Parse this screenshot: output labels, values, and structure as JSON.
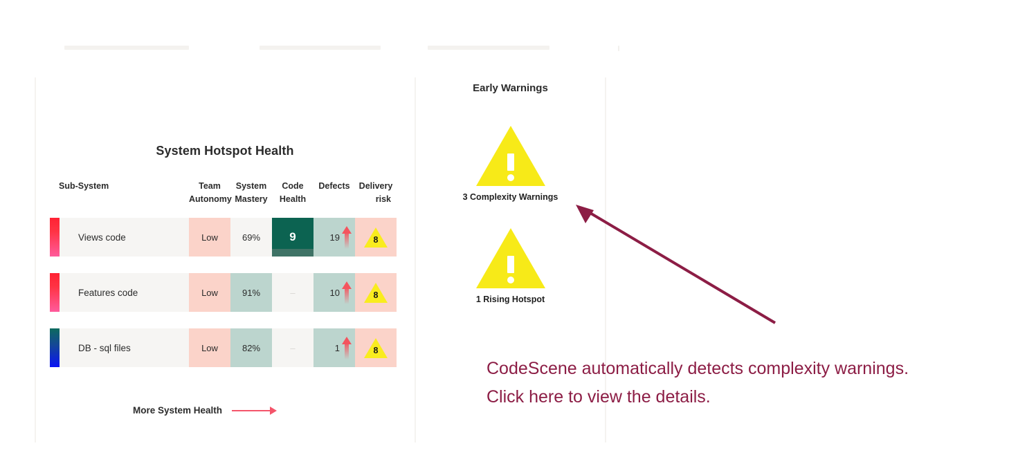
{
  "panels": {
    "hotspot": {
      "title": "System Hotspot Health",
      "columns": [
        {
          "id": "subsystem",
          "line1": "Sub-System",
          "line2": ""
        },
        {
          "id": "team-autonomy",
          "line1": "Team",
          "line2": "Autonomy"
        },
        {
          "id": "system-mastery",
          "line1": "System",
          "line2": "Mastery"
        },
        {
          "id": "code-health",
          "line1": "Code",
          "line2": "Health"
        },
        {
          "id": "defects",
          "line1": "Defects",
          "line2": ""
        },
        {
          "id": "delivery-risk",
          "line1": "Delivery",
          "line2": "risk"
        }
      ],
      "rows": [
        {
          "name": "Views code",
          "accent": "hot",
          "team_autonomy": "Low",
          "system_mastery": "69%",
          "code_health": "9",
          "code_health_style": "green",
          "defects": "19",
          "defects_trend": "up",
          "delivery_risk": "8"
        },
        {
          "name": "Features code",
          "accent": "hot",
          "team_autonomy": "Low",
          "system_mastery": "91%",
          "code_health": "–",
          "code_health_style": "neutral",
          "defects": "10",
          "defects_trend": "up",
          "delivery_risk": "8"
        },
        {
          "name": "DB - sql files",
          "accent": "cool",
          "team_autonomy": "Low",
          "system_mastery": "82%",
          "code_health": "–",
          "code_health_style": "neutral",
          "defects": "1",
          "defects_trend": "up",
          "delivery_risk": "8"
        }
      ],
      "more_link": "More System Health"
    },
    "early_warnings": {
      "title": "Early Warnings",
      "items": [
        {
          "icon": "warning-triangle-icon",
          "caption": "3 Complexity Warnings"
        },
        {
          "icon": "warning-triangle-icon",
          "caption": "1 Rising Hotspot"
        }
      ]
    }
  },
  "annotation": {
    "line1": "CodeScene automatically detects complexity warnings.",
    "line2": "Click here to view the details."
  },
  "colors": {
    "warning_yellow": "#f7ea18",
    "annotation_maroon": "#8c1d45",
    "link_pink": "#f4546a",
    "cell_pink": "#fbd3c9",
    "cell_sage": "#bcd5ce",
    "cell_neutral": "#f6f5f3",
    "code_health_green": "#0c6351",
    "accent_hot_start": "#ff2233",
    "accent_hot_end": "#ff5b9c",
    "accent_cool_start": "#0d6b5e",
    "accent_cool_end": "#0a14f5"
  }
}
